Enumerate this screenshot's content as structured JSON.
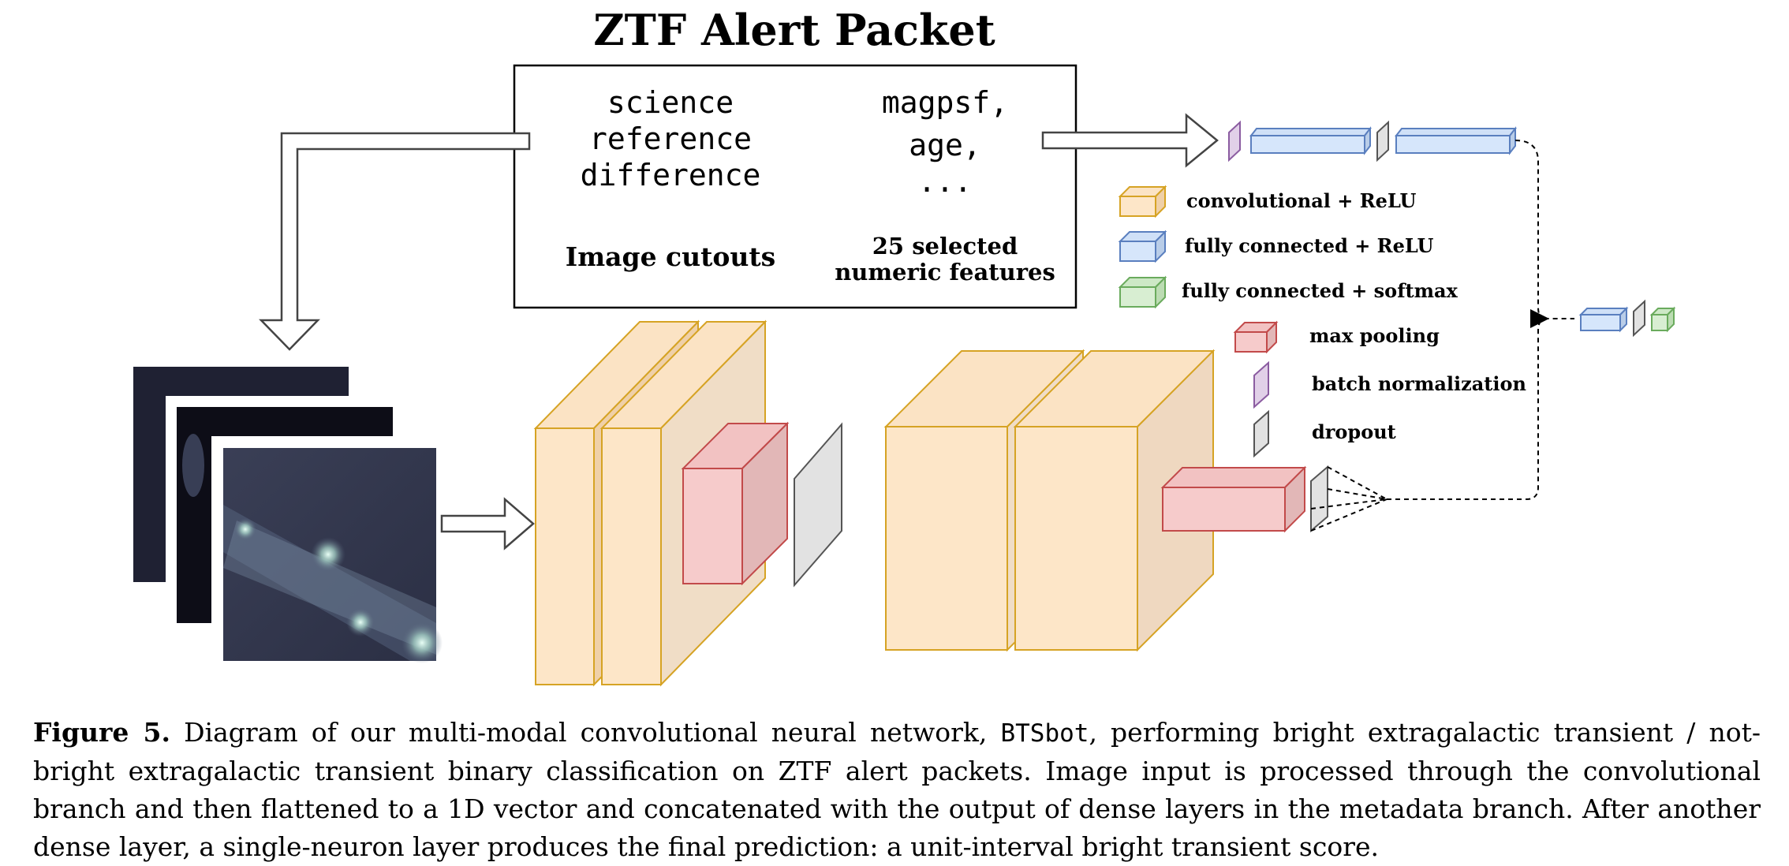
{
  "title": "ZTF Alert Packet",
  "packet": {
    "images": [
      "science",
      "reference",
      "difference"
    ],
    "images_label": "Image cutouts",
    "features": [
      "magpsf,",
      "age,",
      "..."
    ],
    "features_label_line1": "25 selected",
    "features_label_line2": "numeric features"
  },
  "legend": [
    {
      "key": "conv",
      "label": "convolutional + ReLU",
      "color": "#fbe3c4"
    },
    {
      "key": "fc",
      "label": "fully connected + ReLU",
      "color": "#d6e6fb"
    },
    {
      "key": "fc_softmax",
      "label": "fully connected + softmax",
      "color": "#d8eed2"
    },
    {
      "key": "pool",
      "label": "max pooling",
      "color": "#f6c9c9"
    },
    {
      "key": "bn",
      "label": "batch normalization",
      "color": "#e1d0e8"
    },
    {
      "key": "dropout",
      "label": "dropout",
      "color": "#e2e2e2"
    }
  ],
  "caption": {
    "label": "Figure 5.",
    "text_before": " Diagram of our multi-modal convolutional neural network, ",
    "code": "BTSbot",
    "text_after": ", performing bright extragalactic transient / not-bright extragalactic transient binary classification on ZTF alert packets. Image input is processed through the convolutional branch and then flattened to a 1D vector and concatenated with the output of dense layers in the metadata branch. After another dense layer, a single-neuron layer produces the final prediction: a unit-interval bright transient score."
  }
}
